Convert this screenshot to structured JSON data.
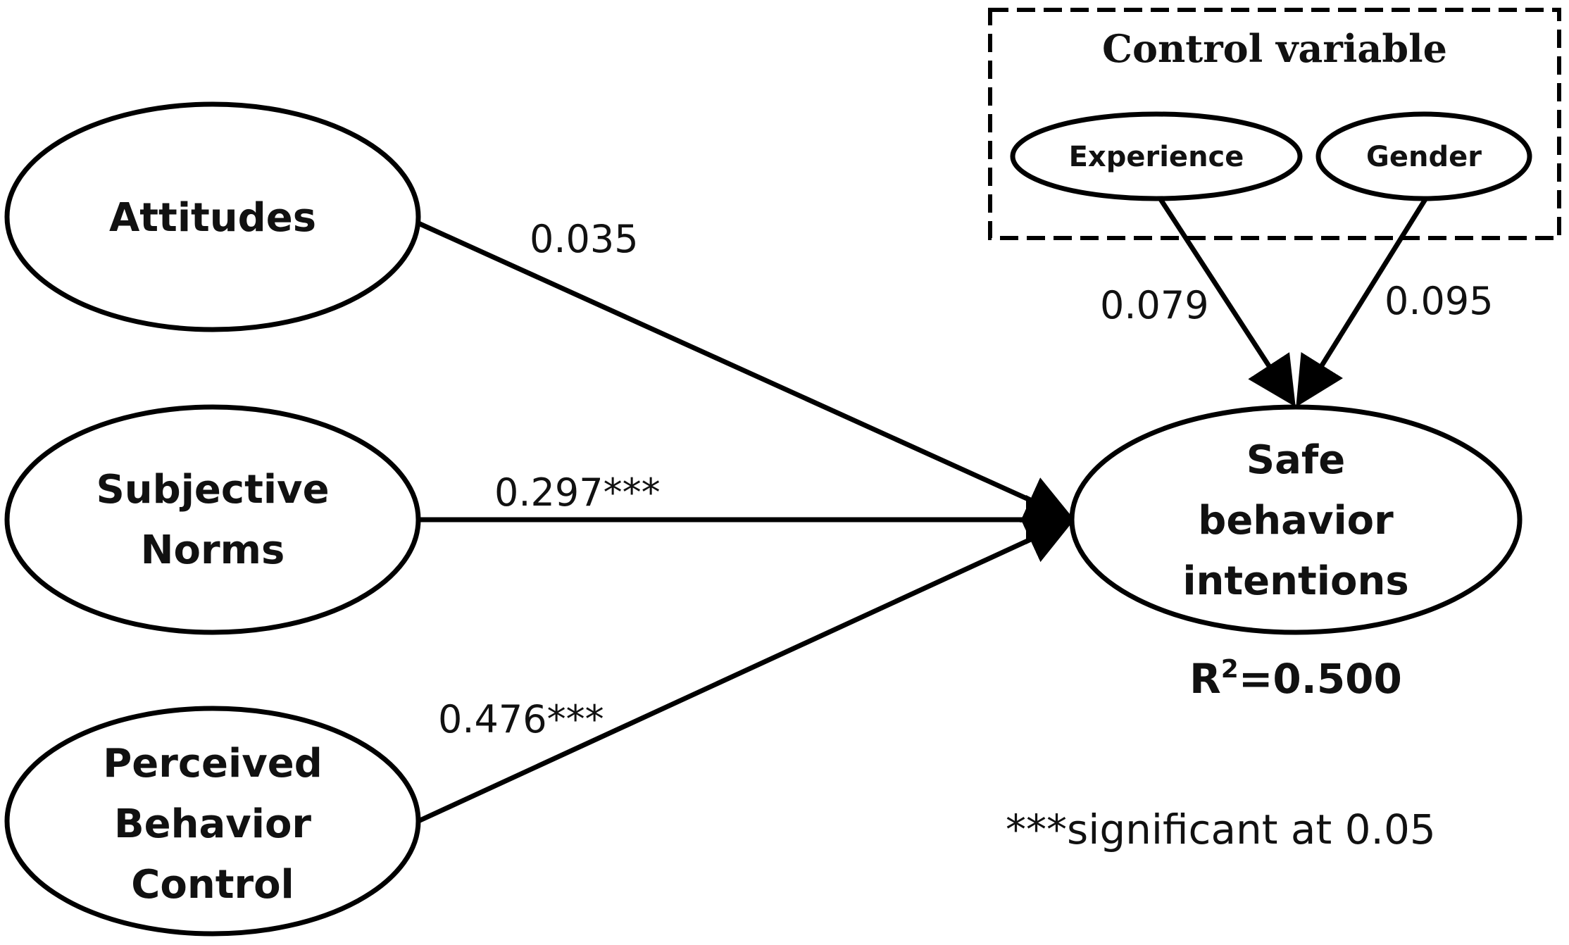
{
  "nodes": {
    "attitudes": {
      "lines": [
        "Attitudes"
      ]
    },
    "subjective_norms": {
      "lines": [
        "Subjective",
        "Norms"
      ]
    },
    "perceived_behavior_control": {
      "lines": [
        "Perceived",
        "Behavior",
        "Control"
      ]
    },
    "safe_behavior_intentions": {
      "lines": [
        "Safe",
        "behavior",
        "intentions"
      ]
    },
    "experience": {
      "lines": [
        "Experience"
      ]
    },
    "gender": {
      "lines": [
        "Gender"
      ]
    }
  },
  "control_box": {
    "title": "Control variable"
  },
  "paths": {
    "attitudes": "0.035",
    "subjective_norms": "0.297***",
    "perceived_behavior_control": "0.476***",
    "experience": "0.079",
    "gender": "0.095"
  },
  "r_squared": {
    "prefix": "R",
    "superscript": "2",
    "value": "=0.500"
  },
  "note": "***significant at 0.05"
}
